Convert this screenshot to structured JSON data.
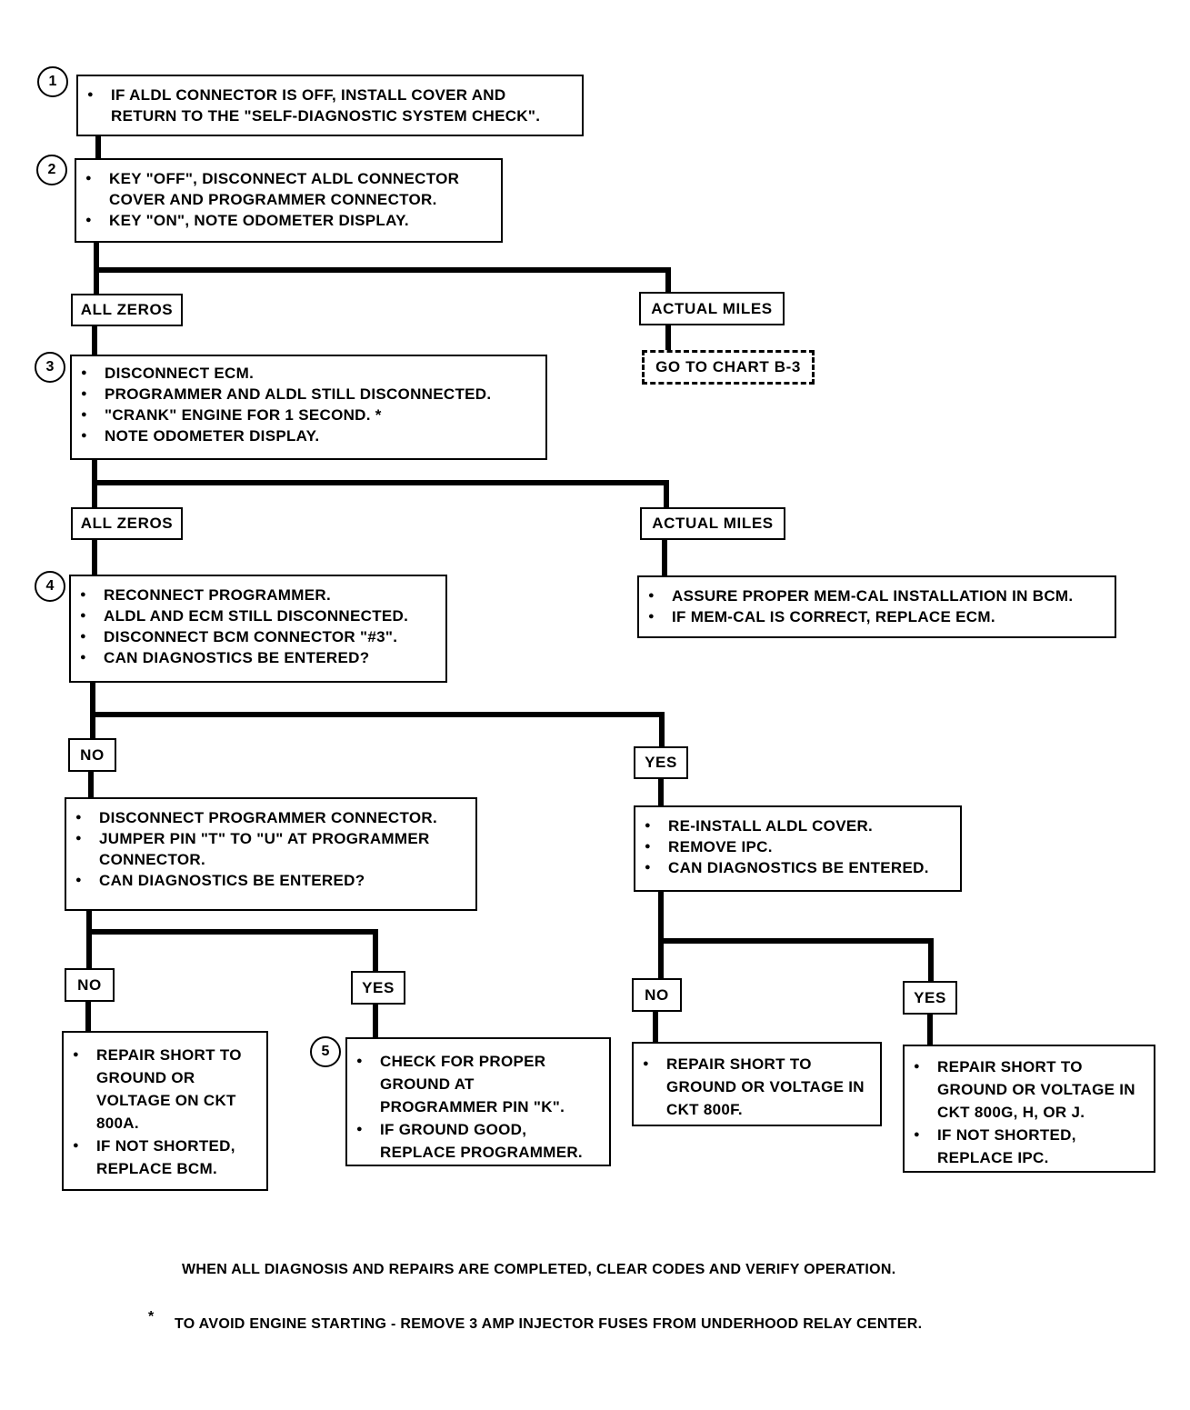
{
  "steps": {
    "s1": {
      "num": "1",
      "items": [
        "IF ALDL CONNECTOR IS OFF, INSTALL COVER AND RETURN TO THE \"SELF-DIAGNOSTIC SYSTEM CHECK\"."
      ]
    },
    "s2": {
      "num": "2",
      "items": [
        "KEY \"OFF\", DISCONNECT ALDL CONNECTOR COVER AND PROGRAMMER CONNECTOR.",
        "KEY \"ON\", NOTE ODOMETER DISPLAY."
      ]
    },
    "s3": {
      "num": "3",
      "items": [
        "DISCONNECT ECM.",
        "PROGRAMMER AND ALDL STILL DISCONNECTED.",
        "\"CRANK\" ENGINE FOR 1 SECOND. *",
        "NOTE ODOMETER DISPLAY."
      ]
    },
    "s4": {
      "num": "4",
      "items": [
        "RECONNECT PROGRAMMER.",
        "ALDL AND ECM STILL DISCONNECTED.",
        "DISCONNECT BCM CONNECTOR \"#3\".",
        "CAN DIAGNOSTICS BE ENTERED?"
      ]
    },
    "memcal": {
      "items": [
        "ASSURE PROPER MEM-CAL INSTALLATION IN BCM.",
        "IF MEM-CAL IS CORRECT, REPLACE ECM."
      ]
    },
    "progcon": {
      "items": [
        "DISCONNECT PROGRAMMER CONNECTOR.",
        "JUMPER PIN \"T\" TO \"U\" AT PROGRAMMER CONNECTOR.",
        "CAN DIAGNOSTICS BE ENTERED?"
      ]
    },
    "reinstall": {
      "items": [
        "RE-INSTALL ALDL COVER.",
        "REMOVE IPC.",
        "CAN DIAGNOSTICS BE ENTERED."
      ]
    },
    "r800a": {
      "items": [
        "REPAIR SHORT TO GROUND OR VOLTAGE ON CKT 800A.",
        "IF NOT SHORTED, REPLACE BCM."
      ]
    },
    "s5": {
      "num": "5",
      "items": [
        "CHECK FOR PROPER GROUND AT PROGRAMMER PIN \"K\".",
        "IF GROUND GOOD, REPLACE PROGRAMMER."
      ]
    },
    "r800f": {
      "items": [
        "REPAIR SHORT TO GROUND OR VOLTAGE IN CKT 800F."
      ]
    },
    "r800g": {
      "items": [
        "REPAIR SHORT TO GROUND OR VOLTAGE IN CKT 800G, H, OR J.",
        "IF NOT SHORTED, REPLACE IPC."
      ]
    }
  },
  "labels": {
    "zeros1": "ALL ZEROS",
    "miles1": "ACTUAL MILES",
    "chart": "GO TO CHART B-3",
    "zeros2": "ALL ZEROS",
    "miles2": "ACTUAL MILES",
    "no1": "NO",
    "yes1": "YES",
    "no2": "NO",
    "yes2": "YES",
    "no3": "NO",
    "yes3": "YES"
  },
  "notes": {
    "completion": "WHEN ALL DIAGNOSIS AND REPAIRS ARE COMPLETED, CLEAR CODES AND VERIFY OPERATION.",
    "asterisk": "*",
    "footnote": "TO AVOID ENGINE STARTING - REMOVE 3 AMP INJECTOR FUSES FROM UNDERHOOD RELAY CENTER."
  }
}
